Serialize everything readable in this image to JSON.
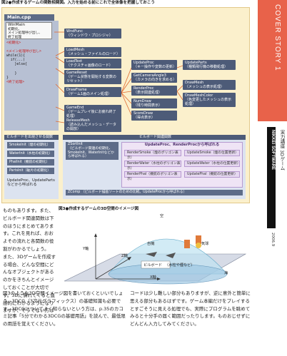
{
  "fig2": {
    "caption": "図2●作成するゲームの関数相関図。入力を始める前にこれで全体像を把握しておこう",
    "main_header": "Main.cpp",
    "winmain": [
      "WinMain",
      "初期化、",
      "メイン処理呼び出し、",
      "終了処理"
    ],
    "code_lines": [
      "<初期化>",
      "",
      "<メイン処理呼び出し>",
      "while(1){",
      "  if(...)",
      "    }else{",
      "",
      "    }",
      "}",
      "<終了処理>"
    ],
    "funcs": [
      {
        "name": "WndFunc",
        "desc": "（ウィンドウ・プロシジャ）"
      },
      {
        "name": "LoadMesh",
        "desc": "（メッシュ・ファイルのロード）"
      },
      {
        "name": "LoadText",
        "desc": "（テクスチャ画像のロード）"
      },
      {
        "name": "GameReset",
        "desc": "（ゲーム状態を開始する変数のリセット）"
      },
      {
        "name": "DrawFrame",
        "desc": "（ゲーム1画のメイン処理）"
      },
      {
        "name": "GameEnd",
        "desc": "（ゲームプレイ後にお疲れ終了処理）"
      },
      {
        "name": "ReleaseMesh",
        "desc": "（読み込んだメッシュ・データの開放）"
      }
    ],
    "mid_funcs": [
      {
        "name": "UpdateProc",
        "desc": "（キー操作や変数の更新）"
      },
      {
        "name": "GetCameraAngle3",
        "desc": "（カメラの向きを求める）"
      },
      {
        "name": "RenderProc",
        "desc": "（表示関連処理）"
      },
      {
        "name": "NumDraw",
        "desc": "（残り時間表示）"
      },
      {
        "name": "ScoreDraw",
        "desc": "（得点表示）"
      }
    ],
    "right_funcs": [
      {
        "name": "UpdateParts",
        "desc": "（種類飛行機の移動処理）"
      },
      {
        "name": "DrawMesh",
        "desc": "（メッシュの表示処理）"
      },
      {
        "name": "DrawMeshColor",
        "desc": "（色変更したメッシュの表示処理）"
      }
    ],
    "bb_left_header": "ビルボードを出現させる関数",
    "bb_left_items": [
      "Smokelnit（煙の初期化）",
      "WaterInit（水柱の初期化）",
      "PhalInit（機銃の初期化）",
      "PartsInit（破片の初期化）"
    ],
    "bb_left_note": "UpdateProc、UpdateParts などから呼ばれる",
    "bb_right_header": "ビルボード関連関数",
    "zsort": {
      "name": "ZSortInit",
      "desc": "（ビルボード関連の初期化、SmokeInit、WaterInitなどから呼ばれる）"
    },
    "zsort_sub_header": "UpdateProc、RenderProcから呼ばれる",
    "render_pairs": [
      [
        "RenderSmoke（煙のポリゴン表示）",
        "UpdateSmoke（煙の位置更新）"
      ],
      [
        "RenderWater（水柱のポリゴン表示）",
        "UpdateWater（水柱の位置更新）"
      ],
      [
        "RenderPhal（機銃のポリゴン表示）",
        "UpdatePhal（機銃の位置更新）"
      ]
    ],
    "zcomp": {
      "name": "ZComp",
      "desc": "（ビルボード描画ソートのための比較。UpdateProcから呼ばれる）"
    }
  },
  "fig3": {
    "caption": "図3●作成するゲームの3D空間のイメージ図",
    "labels": {
      "sky": "空",
      "y_axis": "Y軸",
      "z_axis": "Z軸",
      "x_axis": "X軸",
      "sea": "海",
      "billboard": "ビルボード",
      "billboard_note": "（水柱や煙など）",
      "plane": "自機",
      "balloon": "気球"
    }
  },
  "body_left": "ものもあります。また、ビルボード関連関数は下のほうにまとめてあります。これを見れば、おおよその流れと各関数の役割がわかるでしょう。　また、3Dゲームを作成する場合、どんな空間にどんなオブジェクトがあるのかをきちんとイメージしておくことが大切です。3Dに慣れてくると直感的にわかるようになりますが、そうでない方は",
  "body_bottom_left": "図3のような3D空間イメージ図を書いておくといいでしょう。3DCG（3次元グラフィックス）の基礎知識も必要です。3DCGについてよく知らないという方は、p.35のカコミ記事「5分でわかる3DCGの基礎用語」を読んで、最低限の用語を覚えてください。",
  "body_bottom_right": "コードは少し難しい部分もありますが、逆に意外と簡単に思える部分もあるはずです。ゲーム本編だけをプレイするとすごそうに見える処理でも、実際にプログラムを眺めてみると十分手の届く範囲だったりします。ものおじせずにどんどん入力してみてください。",
  "sidebar": {
    "title": "COVER STORY 1",
    "magazine": "NIKKEI SOFTWARE",
    "issue": "2006.9",
    "series": "実力講座 3Dゲーム"
  }
}
